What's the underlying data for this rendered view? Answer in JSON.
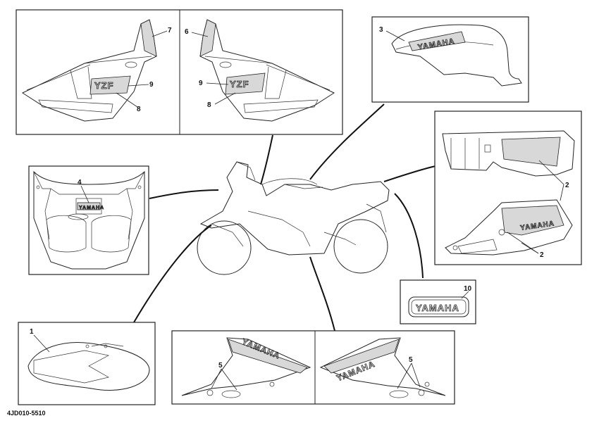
{
  "diagram": {
    "code": "4JD010-5510",
    "callouts": {
      "c1": "1",
      "c2a": "2",
      "c2b": "2",
      "c3": "3",
      "c4": "4",
      "c5a": "5",
      "c5b": "5",
      "c6": "6",
      "c7": "7",
      "c8a": "8",
      "c8b": "8",
      "c9a": "9",
      "c9b": "9",
      "c10": "10"
    },
    "logos": {
      "tank": "YAMAHA",
      "emblem": "YAMAHA",
      "cowl_left": "YAMAHA",
      "cowl_right": "YAMAHA",
      "screen": "YAMAHA",
      "tail": "YAMAHA",
      "side_left": "YZF",
      "side_right": "YZF"
    }
  }
}
